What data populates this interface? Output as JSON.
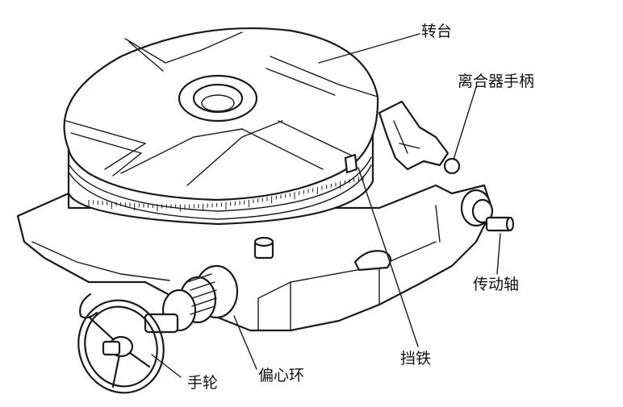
{
  "labels": {
    "turntable": "转台",
    "clutch_handle": "离合器手柄",
    "drive_shaft": "传动轴",
    "stop_block": "挡铁",
    "eccentric_ring": "偏心环",
    "handwheel": "手轮"
  },
  "colors": {
    "ink": "#1a1a1a",
    "background": "#ffffff"
  }
}
